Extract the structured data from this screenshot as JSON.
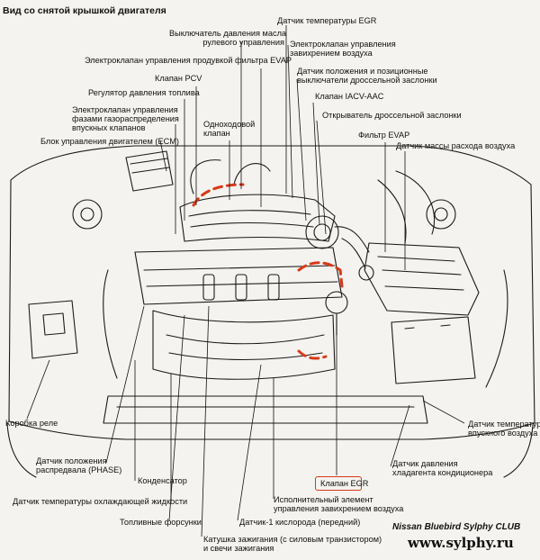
{
  "title": "Вид со снятой крышкой двигателя",
  "labels": {
    "egr_temp_sensor": "Датчик температуры EGR",
    "ps_pressure_switch": "Выключатель давления масла\nрулевого управления",
    "intake_vortex_valve": "Электроклапан управления\nзавихрением воздуха",
    "evap_purge_valve": "Электроклапан управления продувкой фильтра EVAP",
    "throttle_position_sensor": "Датчик положения и позиционные\nвыключатели дроссельной заслонки",
    "pcv_valve": "Клапан PCV",
    "iacv_aac_valve": "Клапан IACV-AAC",
    "fuel_pressure_regulator": "Регулятор давления топлива",
    "throttle_opener": "Открыватель дроссельной заслонки",
    "vtc_valve": "Электроклапан управления\nфазами газораспределения\nвпускных клапанов",
    "one_way_valve": "Одноходовой\nклапан",
    "evap_filter": "Фильтр EVAP",
    "ecm": "Блок управления двигателем (ECM)",
    "maf_sensor": "Датчик массы расхода воздуха",
    "relay_box": "Коробка реле",
    "cam_sensor": "Датчик положения\nраспредвала (PHASE)",
    "capacitor": "Конденсатор",
    "intake_air_temp": "Датчик температуры\nвпускного воздуха",
    "ac_pressure_sensor": "Датчик давления\nхладагента кондиционера",
    "egr_valve": "Клапан EGR",
    "coolant_temp_sensor": "Датчик температуры охлаждающей жидкости",
    "swirl_actuator": "Исполнительный элемент\nуправления завихрением воздуха",
    "injectors": "Топливные форсунки",
    "o2_sensor": "Датчик-1 кислорода (передний)",
    "ignition_coil": "Катушка зажигания (с силовым транзистором)\nи свечи зажигания"
  },
  "credit": {
    "club": "Nissan Bluebird Sylphy CLUB",
    "site": "www.sylphy.ru"
  },
  "colors": {
    "ink": "#111111",
    "paper": "#f4f3ef",
    "highlight": "#d8391a"
  }
}
